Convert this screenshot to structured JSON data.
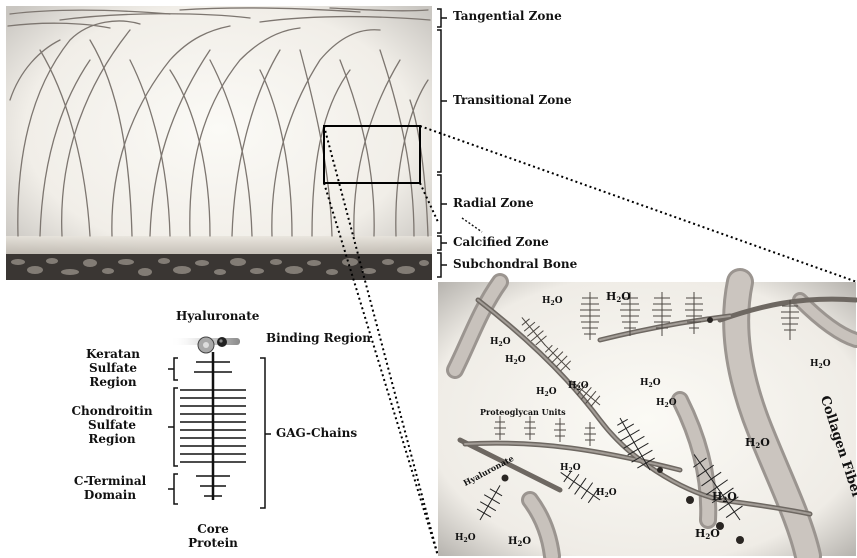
{
  "zones": {
    "tangential": "Tangential Zone",
    "transitional": "Transitional Zone",
    "radial": "Radial Zone",
    "calcified": "Calcified Zone",
    "subchondral": "Subchondral Bone"
  },
  "proteoglycan": {
    "hyaluronate": "Hyaluronate",
    "binding_region": "Binding Region",
    "keratan_line1": "Keratan",
    "keratan_line2": "Sulfate",
    "keratan_line3": "Region",
    "chondroitin_line1": "Chondroitin",
    "chondroitin_line2": "Sulfate",
    "chondroitin_line3": "Region",
    "cterminal_line1": "C-Terminal",
    "cterminal_line2": "Domain",
    "gag_chains": "GAG-Chains",
    "core_line1": "Core",
    "core_line2": "Protein"
  },
  "inset": {
    "water": "H2O",
    "water_main": "H",
    "water_sub": "2",
    "water_tail": "O",
    "proteoglycan_units": "Proteoglycan Units",
    "hyaluronate": "Hyaluronate",
    "collagen_fiber": "Collagen Fiber"
  }
}
